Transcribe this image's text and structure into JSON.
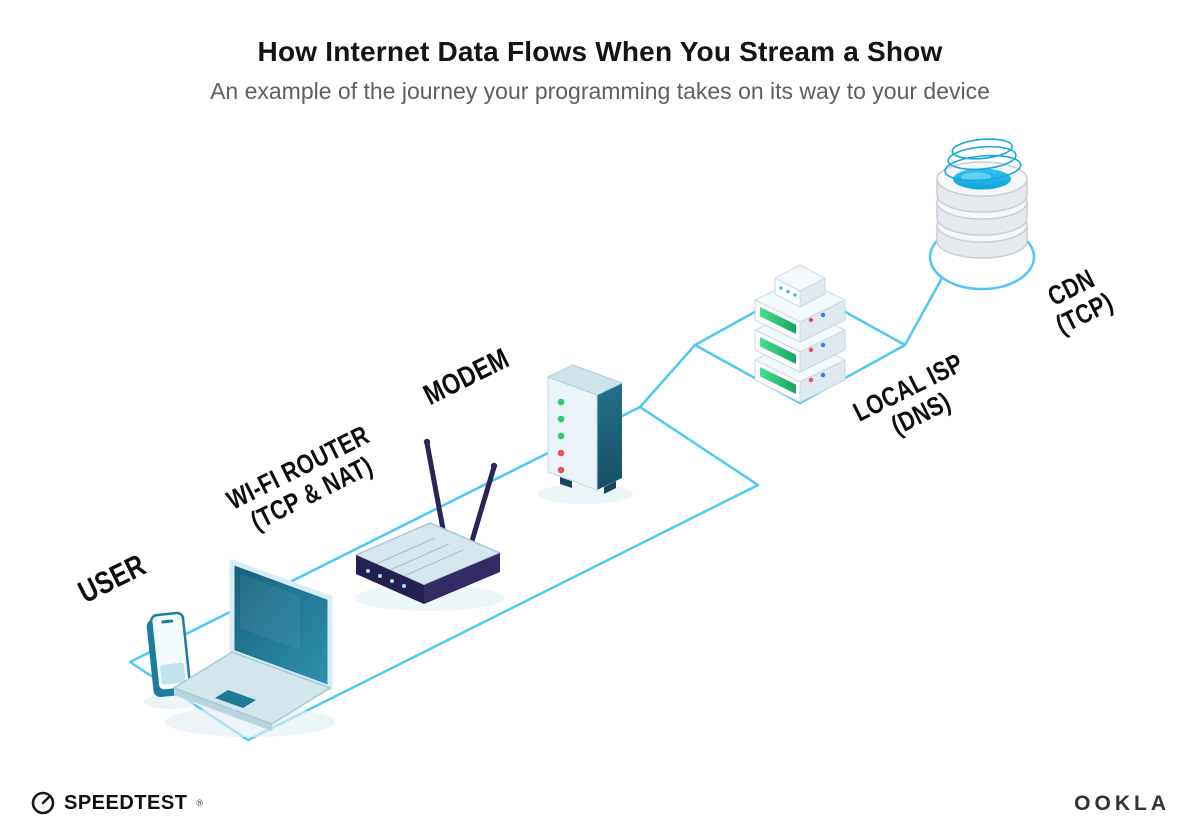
{
  "header": {
    "title": "How Internet Data Flows When You Stream a Show",
    "subtitle": "An example of the journey your programming takes on its way to your device"
  },
  "nodes": [
    {
      "id": "user",
      "label": "USER",
      "sublabel": ""
    },
    {
      "id": "wifi-router",
      "label": "WI-FI ROUTER",
      "sublabel": "(TCP & NAT)"
    },
    {
      "id": "modem",
      "label": "MODEM",
      "sublabel": ""
    },
    {
      "id": "local-isp",
      "label": "LOCAL ISP",
      "sublabel": "(DNS)"
    },
    {
      "id": "cdn",
      "label": "CDN",
      "sublabel": "(TCP)"
    }
  ],
  "footer": {
    "speedtest_label": "SPEEDTEST",
    "speedtest_tm": "®",
    "speedtest_icon": "gauge-icon",
    "ookla_label": "OOKLA"
  },
  "colors": {
    "connection_line": "#4EC9F5",
    "device_teal": "#1E7A97",
    "screen_dark_teal": "#1A6A85",
    "router_navy": "#2C2458",
    "led_green": "#2ECC71",
    "led_red": "#E8505F",
    "server_stripe_green": "#2FBF7C",
    "cdn_cyan": "#1BAFE0"
  }
}
